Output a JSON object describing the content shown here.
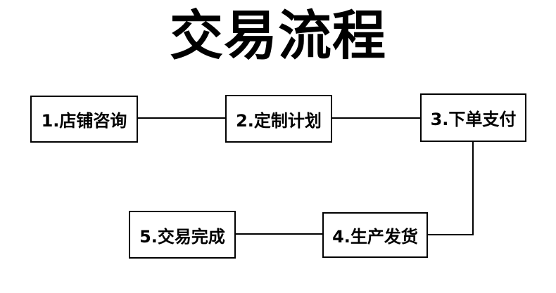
{
  "title": "交易流程",
  "flow": {
    "nodes": [
      {
        "id": "step-1",
        "label": "1.店铺咨询"
      },
      {
        "id": "step-2",
        "label": "2.定制计划"
      },
      {
        "id": "step-3",
        "label": "3.下单支付"
      },
      {
        "id": "step-4",
        "label": "4.生产发货"
      },
      {
        "id": "step-5",
        "label": "5.交易完成"
      }
    ],
    "edges": [
      {
        "from": "step-1",
        "to": "step-2"
      },
      {
        "from": "step-2",
        "to": "step-3"
      },
      {
        "from": "step-3",
        "to": "step-4"
      },
      {
        "from": "step-4",
        "to": "step-5"
      }
    ]
  },
  "colors": {
    "background": "#ffffff",
    "line": "#000000",
    "text": "#000000",
    "node_fill": "#ffffff",
    "node_border": "#000000"
  }
}
